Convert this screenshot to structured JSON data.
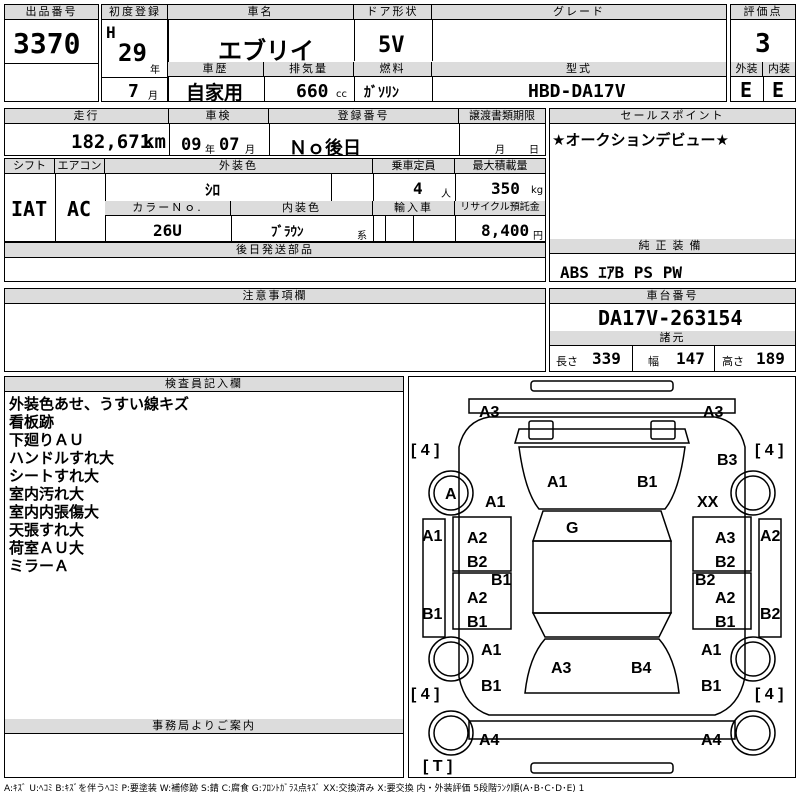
{
  "header": {
    "lot_label": "出品番号",
    "lot_no": "3370",
    "first_reg_label": "初度登録",
    "era": "H",
    "reg_year": "29",
    "year_unit": "年",
    "reg_month": "7",
    "month_unit": "月",
    "car_name_label": "車名",
    "car_name": "エブリイ",
    "door_label": "ドア形状",
    "door": "5V",
    "grade_label": "グレード",
    "grade": "",
    "score_label": "評価点",
    "score": "3",
    "history_label": "車歴",
    "history": "自家用",
    "displacement_label": "排気量",
    "displacement": "660",
    "cc_unit": "cc",
    "fuel_label": "燃料",
    "fuel": "ｶﾞｿﾘﾝ",
    "model_label": "型式",
    "model": "HBD-DA17V",
    "exterior_label": "外装",
    "exterior": "E",
    "interior_label": "内装",
    "interior": "E"
  },
  "row2": {
    "mileage_label": "走行",
    "mileage": "182,671",
    "km_unit": "km",
    "inspection_label": "車検",
    "insp_year": "09",
    "insp_year_unit": "年",
    "insp_month": "07",
    "insp_month_unit": "月",
    "reg_no_label": "登録番号",
    "reg_no": "Ｎｏ後日",
    "transfer_label": "譲渡書類期限",
    "transfer_month_unit": "月",
    "transfer_day_unit": "日",
    "sales_label": "セールスポイント",
    "sales_text": "★オークションデビュー★"
  },
  "row3": {
    "shift_label": "シフト",
    "shift": "IAT",
    "ac_label": "エアコン",
    "ac": "AC",
    "ext_color_label": "外装色",
    "ext_color": "ｼﾛ",
    "capacity_label": "乗車定員",
    "capacity": "4",
    "capacity_unit": "人",
    "load_label": "最大積載量",
    "load": "350",
    "load_unit": "kg",
    "color_no_label": "カラーＮｏ.",
    "color_no": "26U",
    "int_color_label": "内装色",
    "int_color": "ﾌﾞﾗｳﾝ",
    "int_color_unit": "系",
    "import_label": "輸入車",
    "recycle_label": "リサイクル預託金",
    "recycle": "8,400",
    "recycle_unit": "円"
  },
  "parts_label": "後日発送部品",
  "equipment_label": "純正装備",
  "equipment": "ABS ｴｱB PS PW",
  "notes_label": "注意事項欄",
  "chassis_label": "車台番号",
  "chassis": "DA17V-263154",
  "dims_label": "諸元",
  "length_label": "長さ",
  "length": "339",
  "width_label": "幅",
  "width": "147",
  "height_label": "高さ",
  "height": "189",
  "inspector_label": "検査員記入欄",
  "inspector_notes": [
    "外装色あせ、うすい線キズ",
    "看板跡",
    "下廻りＡＵ",
    "ハンドルすれ大",
    "シートすれ大",
    "室内汚れ大",
    "室内内張傷大",
    "天張すれ大",
    "荷室ＡＵ大",
    "ミラーＡ"
  ],
  "office_label": "事務局よりご案内",
  "legend": "A:ｷｽﾞ U:ﾍｺﾐ B:ｷｽﾞを伴うﾍｺﾐ P:要塗装 W:補修跡 S:錆 C:腐食 G:ﾌﾛﾝﾄｶﾞﾗｽ点ｷｽﾞ XX:交換済み X:要交換 内・外装評価 5段階ﾗﾝｸ順(A･B･C･D･E) 1",
  "diagram": {
    "tire_tl": "[ 4 ]",
    "tire_tr": "[ 4 ]",
    "tire_bl": "[ 4 ]",
    "tire_br": "[ 4 ]",
    "tire_spare": "[ T ]",
    "marks": {
      "front_left": "A3",
      "front_right": "A3",
      "hood_left": "A1",
      "hood_right": "B1",
      "fender_l_front": "A1",
      "fender_r": "B3",
      "fender_r_xx": "XX",
      "wheel_fl": "A",
      "roof": "G",
      "door_lf_a2": "A2",
      "door_lf_b2": "B2",
      "door_lf_b1": "B1",
      "door_rf_a3": "A3",
      "door_rf_b2": "B2",
      "door_rf_b2b": "B2",
      "side_l1": "A1",
      "side_r1": "A2",
      "door_lr_a2": "A2",
      "door_lr_b1": "B1",
      "door_rr_a2": "A2",
      "door_rr_b1": "B1",
      "side_l2": "B1",
      "side_r2": "B2",
      "qtr_l_a1": "A1",
      "qtr_l_b1": "B1",
      "qtr_r_a1": "A1",
      "qtr_r_b1": "B1",
      "rear_l": "A3",
      "rear_r": "B4",
      "bumper_l": "A4",
      "bumper_r": "A4"
    }
  }
}
